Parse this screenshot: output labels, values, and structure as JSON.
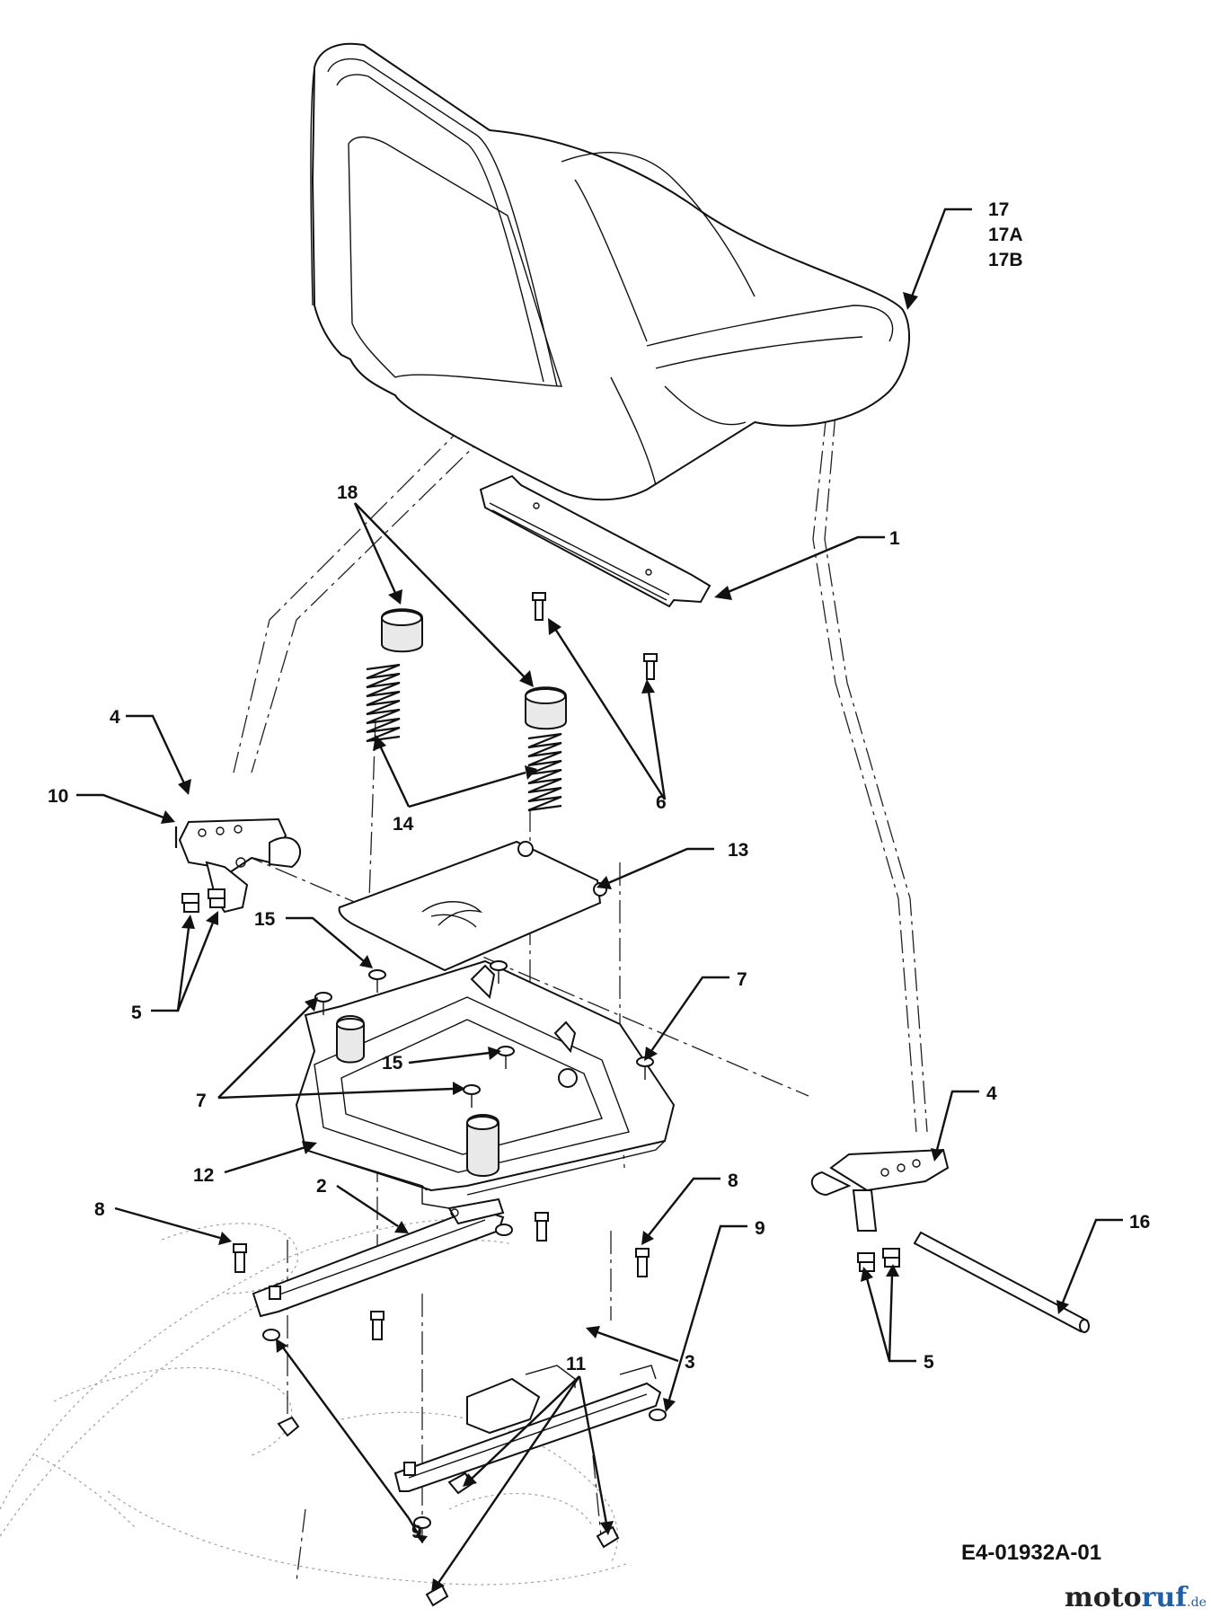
{
  "callouts": {
    "c1": "1",
    "c2": "2",
    "c3": "3",
    "c4a": "4",
    "c4b": "4",
    "c5a": "5",
    "c5b": "5",
    "c6": "6",
    "c7a": "7",
    "c7b": "7",
    "c8a": "8",
    "c8b": "8",
    "c9a": "9",
    "c9b": "9",
    "c10": "10",
    "c11": "11",
    "c12": "12",
    "c13": "13",
    "c14": "14",
    "c15a": "15",
    "c15b": "15",
    "c16": "16",
    "c17": "17",
    "c17a": "17A",
    "c17b": "17B",
    "c18": "18"
  },
  "part_code": "E4-01932A-01",
  "watermark": {
    "part1": "moto",
    "part2": "ruf",
    "part3": ".de"
  }
}
